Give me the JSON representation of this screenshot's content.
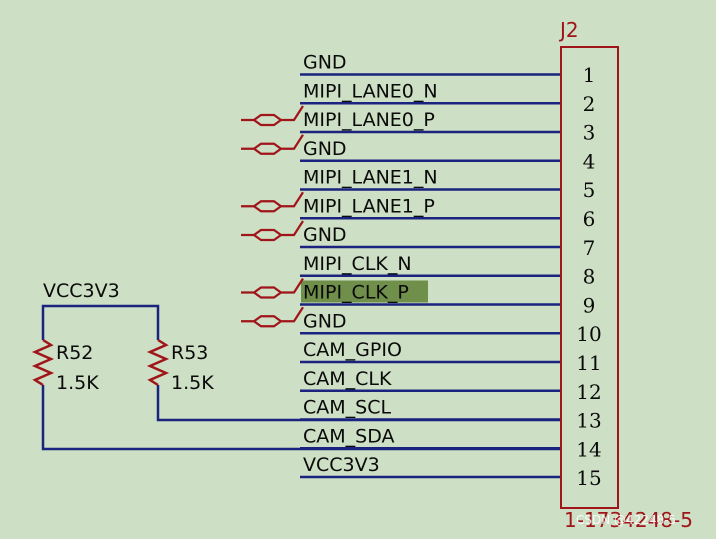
{
  "connector": {
    "ref": "J2",
    "part_number": "1-1734248-5",
    "pins": [
      "1",
      "2",
      "3",
      "4",
      "5",
      "6",
      "7",
      "8",
      "9",
      "10",
      "11",
      "12",
      "13",
      "14",
      "15"
    ]
  },
  "nets": [
    {
      "label": "GND",
      "diff_pair": false,
      "highlight": false
    },
    {
      "label": "MIPI_LANE0_N",
      "diff_pair": false,
      "highlight": false
    },
    {
      "label": "MIPI_LANE0_P",
      "diff_pair": true,
      "highlight": false
    },
    {
      "label": "GND",
      "diff_pair": true,
      "highlight": false
    },
    {
      "label": "MIPI_LANE1_N",
      "diff_pair": false,
      "highlight": false
    },
    {
      "label": "MIPI_LANE1_P",
      "diff_pair": true,
      "highlight": false
    },
    {
      "label": "GND",
      "diff_pair": true,
      "highlight": false
    },
    {
      "label": "MIPI_CLK_N",
      "diff_pair": false,
      "highlight": false
    },
    {
      "label": "MIPI_CLK_P",
      "diff_pair": true,
      "highlight": true
    },
    {
      "label": "GND",
      "diff_pair": true,
      "highlight": false
    },
    {
      "label": "CAM_GPIO",
      "diff_pair": false,
      "highlight": false
    },
    {
      "label": "CAM_CLK",
      "diff_pair": false,
      "highlight": false
    },
    {
      "label": "CAM_SCL",
      "diff_pair": false,
      "highlight": false
    },
    {
      "label": "CAM_SDA",
      "diff_pair": false,
      "highlight": false
    },
    {
      "label": "VCC3V3",
      "diff_pair": false,
      "highlight": false
    }
  ],
  "power": {
    "label": "VCC3V3"
  },
  "resistors": [
    {
      "ref": "R52",
      "value": "1.5K"
    },
    {
      "ref": "R53",
      "value": "1.5K"
    }
  ],
  "watermark": "CSDN @42248-5",
  "colors": {
    "background": "#cddfc4",
    "wire": "#1a237e",
    "component": "#a0151a",
    "highlight": "#6f8f4a",
    "connector_fill": "#cddfc4",
    "connector_border": "#a0151a"
  }
}
